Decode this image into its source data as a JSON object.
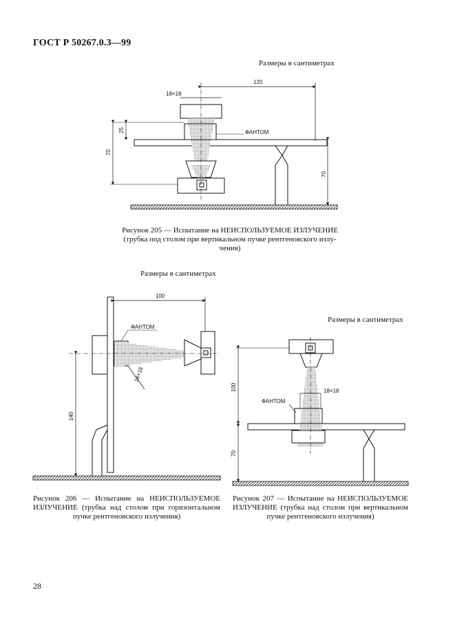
{
  "header": {
    "standard": "ГОСТ Р 50267.0.3—99"
  },
  "units_note": "Размеры в сантиметрах",
  "figure205": {
    "dims": {
      "d120": "120",
      "d18": "18×18",
      "d25": "25",
      "d70a": "70",
      "d70b": "70"
    },
    "phantom": "ФАНТОМ",
    "caption_line1": "Рисунок 205 — Испытание на НЕИСПОЛЬЗУЕМОЕ ИЗЛУЧЕНИЕ",
    "caption_line2": "(трубка под столом при вертикальном пучке рентгеновского излу-",
    "caption_line3": "чения)"
  },
  "figure206": {
    "dims": {
      "d100": "100",
      "d18": "18×18",
      "d140": "140"
    },
    "phantom": "ФАНТОМ",
    "caption_line1": "Рисунок 206 — Испытание на НЕИСПОЛЬЗУЕМОЕ",
    "caption_line2": "ИЗЛУЧЕНИЕ (трубка над столом при горизонтальном",
    "caption_line3": "пучке рентгеновского излучения)"
  },
  "figure207": {
    "dims": {
      "d18": "18×18",
      "d100": "100",
      "d70": "70"
    },
    "phantom": "ФАНТОМ",
    "caption_line1": "Рисунок 207 — Испытание на НЕИСПОЛЬЗУЕМОЕ",
    "caption_line2": "ИЗЛУЧЕНИЕ (трубка над столом при вертикальном",
    "caption_line3": "пучке рентгеновского излучения)"
  },
  "page_number": "28"
}
